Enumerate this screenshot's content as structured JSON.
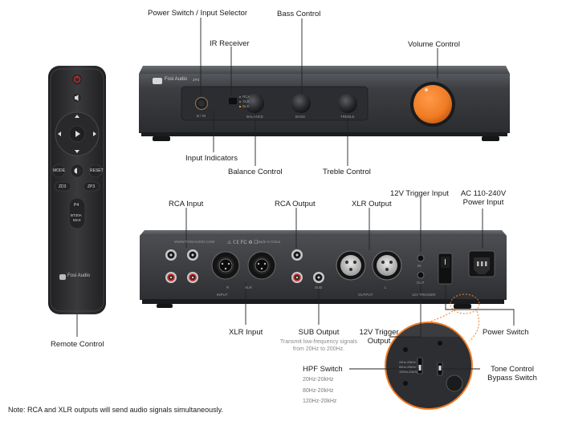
{
  "callouts": {
    "power_switch_input_selector": "Power Switch / Input Selector",
    "bass_control": "Bass Control",
    "ir_receiver": "IR Receiver",
    "volume_control": "Volume Control",
    "input_indicators": "Input Indicators",
    "balance_control": "Balance Control",
    "treble_control": "Treble Control",
    "rca_input": "RCA Input",
    "rca_output": "RCA Output",
    "xlr_output": "XLR Output",
    "trigger_input": "12V Trigger Input",
    "ac_power_line1": "AC 110-240V",
    "ac_power_line2": "Power Input",
    "remote_control": "Remote Control",
    "xlr_input": "XLR Input",
    "sub_output": "SUB Output",
    "sub_output_desc1": "Transmit low-frequency signals",
    "sub_output_desc2": "from 20Hz to 200Hz.",
    "trigger_output_line1": "12V Trigger",
    "trigger_output_line2": "Output",
    "power_switch": "Power Switch",
    "hpf_switch": "HPF Switch",
    "hpf_options": [
      "20Hz-20kHz",
      "80Hz-20kHz",
      "120Hz-20kHz"
    ],
    "tone_bypass_line1": "Tone Control",
    "tone_bypass_line2": "Bypass Switch"
  },
  "front_panel": {
    "brand": "Fosi Audio",
    "model": "ZP3",
    "input_indicator_labels": [
      "RCA",
      "XLR",
      "BLE"
    ],
    "selector_label": "B / IN",
    "knob_labels": [
      "BALANCE",
      "BASS",
      "TREBLE"
    ]
  },
  "remote": {
    "brand": "Fosi Audio",
    "mode_label": "MODE",
    "reset_label": "RESET",
    "zd3_label": "ZD3",
    "zp3_label": "ZP3",
    "p4_label": "P4",
    "bt20a_label_line1": "BT20A",
    "bt20a_label_line2": "MAX"
  },
  "rear_panel": {
    "website": "WWW.FOSIAUDIO.COM",
    "made_in": "Made in China",
    "input_label": "INPUT",
    "output_label": "OUTPUT",
    "trigger_label": "12V TRIGGER",
    "in_label": "IN",
    "out_label": "OUT",
    "sub_label": "SUB",
    "r_label": "R",
    "l_label": "L",
    "xlr_label": "XLR"
  },
  "note": "Note: RCA and XLR outputs will send audio signals simultaneously.",
  "colors": {
    "panel": "#3a3c40",
    "panel_dark": "#2b2d30",
    "volume_knob": "#f07b24",
    "callout_line": "#222222",
    "remote": "#2e2e30",
    "power_red": "#d9262b"
  }
}
